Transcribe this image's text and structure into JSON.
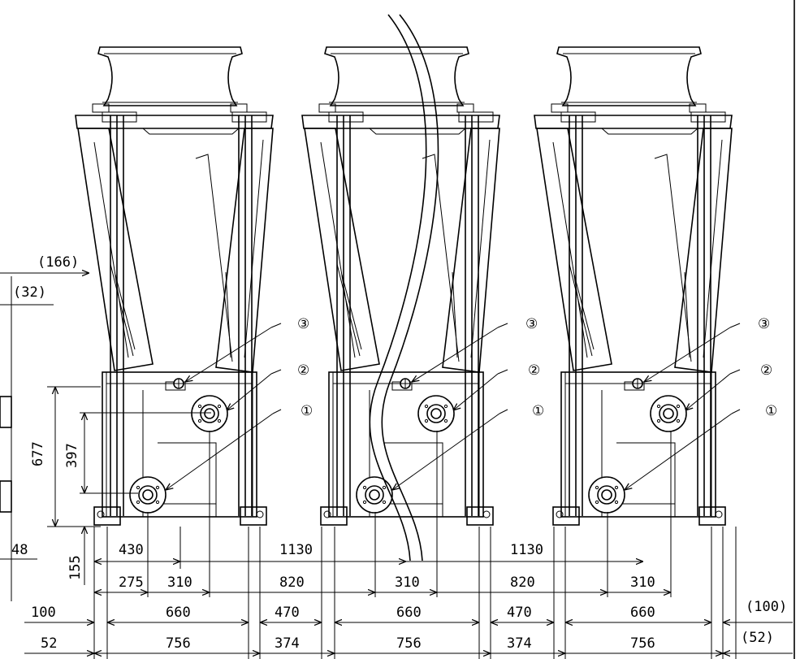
{
  "callouts": [
    "③",
    "②",
    "①"
  ],
  "dims": {
    "d166": "(166)",
    "d32": "(32)",
    "d677": "677",
    "d397": "397",
    "d155": "155",
    "d48": "48",
    "d430": "430",
    "d1130": "1130",
    "d275": "275",
    "d310": "310",
    "d820": "820",
    "d100": "100",
    "d660": "660",
    "d470": "470",
    "d100p": "(100)",
    "d52": "52",
    "d756": "756",
    "d374": "374",
    "d52p": "(52)"
  },
  "colors": {
    "line": "#000000",
    "background": "#ffffff"
  }
}
